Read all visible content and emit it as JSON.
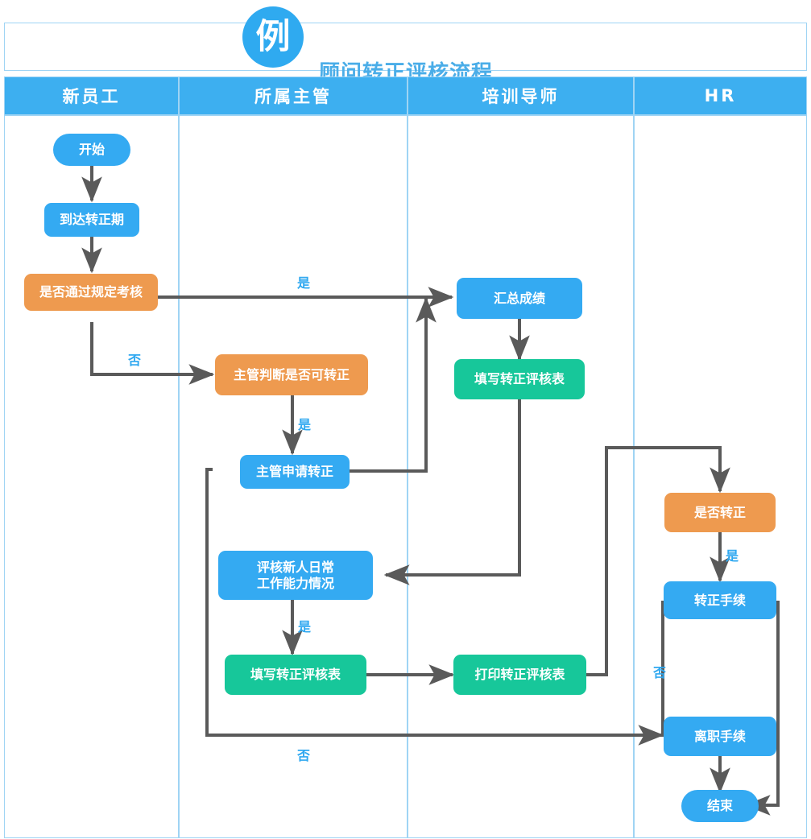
{
  "header": {
    "badge": "例",
    "title": "顾问转正评核流程"
  },
  "lanes": [
    {
      "id": "lane-new-employee",
      "label": "新员工"
    },
    {
      "id": "lane-supervisor",
      "label": "所属主管"
    },
    {
      "id": "lane-trainer",
      "label": "培训导师"
    },
    {
      "id": "lane-hr",
      "label": "HR"
    }
  ],
  "nodes": {
    "start": {
      "label": "开始",
      "shape": "pill",
      "color": "blue",
      "lane": 0
    },
    "reach_period": {
      "label": "到达转正期",
      "shape": "rounded",
      "color": "blue",
      "lane": 0
    },
    "pass_exam": {
      "label": "是否通过规定考核",
      "shape": "rounded",
      "color": "orange",
      "lane": 0
    },
    "sup_judge": {
      "label": "主管判断是否可转正",
      "shape": "rounded",
      "color": "orange",
      "lane": 1
    },
    "sup_apply": {
      "label": "主管申请转正",
      "shape": "rounded",
      "color": "blue",
      "lane": 1
    },
    "review_daily": {
      "label": "评核新人日常\n工作能力情况",
      "shape": "rounded",
      "color": "blue",
      "lane": 1
    },
    "fill_form_sup": {
      "label": "填写转正评核表",
      "shape": "rounded",
      "color": "green",
      "lane": 1
    },
    "sum_score": {
      "label": "汇总成绩",
      "shape": "rounded",
      "color": "blue",
      "lane": 2
    },
    "fill_form_trainer": {
      "label": "填写转正评核表",
      "shape": "rounded",
      "color": "green",
      "lane": 2
    },
    "print_form": {
      "label": "打印转正评核表",
      "shape": "rounded",
      "color": "green",
      "lane": 2
    },
    "confirm_regular": {
      "label": "是否转正",
      "shape": "rounded",
      "color": "orange",
      "lane": 3
    },
    "regular_process": {
      "label": "转正手续",
      "shape": "rounded",
      "color": "blue",
      "lane": 3
    },
    "leave_process": {
      "label": "离职手续",
      "shape": "rounded",
      "color": "blue",
      "lane": 3
    },
    "end": {
      "label": "结束",
      "shape": "pill",
      "color": "blue",
      "lane": 3
    }
  },
  "edge_labels": {
    "pass_exam_yes": "是",
    "pass_exam_no": "否",
    "sup_judge_yes": "是",
    "review_daily_yes": "是",
    "confirm_regular_yes": "是",
    "regular_process_no": "否",
    "sup_apply_no": "否"
  },
  "colors": {
    "blue": "#34AAF2",
    "orange": "#EE9A4F",
    "green": "#17C79A",
    "lane_header": "#3DAFF0",
    "lane_border": "#9FD4F4",
    "connector": "#5A5A5A",
    "label_text": "#2FA8F0",
    "title_text": "#4AADE8"
  },
  "chart_data": {
    "type": "diagram",
    "title": "顾问转正评核流程",
    "lanes": [
      "新员工",
      "所属主管",
      "培训导师",
      "HR"
    ],
    "nodes": [
      {
        "id": "start",
        "label": "开始",
        "lane": "新员工",
        "type": "terminator"
      },
      {
        "id": "reach_period",
        "label": "到达转正期",
        "lane": "新员工",
        "type": "process"
      },
      {
        "id": "pass_exam",
        "label": "是否通过规定考核",
        "lane": "新员工",
        "type": "decision"
      },
      {
        "id": "sup_judge",
        "label": "主管判断是否可转正",
        "lane": "所属主管",
        "type": "decision"
      },
      {
        "id": "sup_apply",
        "label": "主管申请转正",
        "lane": "所属主管",
        "type": "process"
      },
      {
        "id": "review_daily",
        "label": "评核新人日常工作能力情况",
        "lane": "所属主管",
        "type": "process"
      },
      {
        "id": "fill_form_sup",
        "label": "填写转正评核表",
        "lane": "所属主管",
        "type": "document"
      },
      {
        "id": "sum_score",
        "label": "汇总成绩",
        "lane": "培训导师",
        "type": "process"
      },
      {
        "id": "fill_form_trainer",
        "label": "填写转正评核表",
        "lane": "培训导师",
        "type": "document"
      },
      {
        "id": "print_form",
        "label": "打印转正评核表",
        "lane": "培训导师",
        "type": "document"
      },
      {
        "id": "confirm_regular",
        "label": "是否转正",
        "lane": "HR",
        "type": "decision"
      },
      {
        "id": "regular_process",
        "label": "转正手续",
        "lane": "HR",
        "type": "process"
      },
      {
        "id": "leave_process",
        "label": "离职手续",
        "lane": "HR",
        "type": "process"
      },
      {
        "id": "end",
        "label": "结束",
        "lane": "HR",
        "type": "terminator"
      }
    ],
    "edges": [
      {
        "from": "start",
        "to": "reach_period",
        "label": ""
      },
      {
        "from": "reach_period",
        "to": "pass_exam",
        "label": ""
      },
      {
        "from": "pass_exam",
        "to": "sum_score",
        "label": "是"
      },
      {
        "from": "pass_exam",
        "to": "sup_judge",
        "label": "否"
      },
      {
        "from": "sup_judge",
        "to": "sup_apply",
        "label": "是"
      },
      {
        "from": "sup_apply",
        "to": "sum_score",
        "label": ""
      },
      {
        "from": "sum_score",
        "to": "fill_form_trainer",
        "label": ""
      },
      {
        "from": "fill_form_trainer",
        "to": "review_daily",
        "label": ""
      },
      {
        "from": "review_daily",
        "to": "fill_form_sup",
        "label": "是"
      },
      {
        "from": "fill_form_sup",
        "to": "print_form",
        "label": ""
      },
      {
        "from": "print_form",
        "to": "confirm_regular",
        "label": ""
      },
      {
        "from": "confirm_regular",
        "to": "regular_process",
        "label": "是"
      },
      {
        "from": "regular_process",
        "to": "end",
        "label": ""
      },
      {
        "from": "regular_process",
        "to": "sup_apply",
        "label": "否"
      },
      {
        "from": "sup_apply",
        "to": "leave_process",
        "label": "否"
      },
      {
        "from": "leave_process",
        "to": "end",
        "label": ""
      }
    ]
  }
}
